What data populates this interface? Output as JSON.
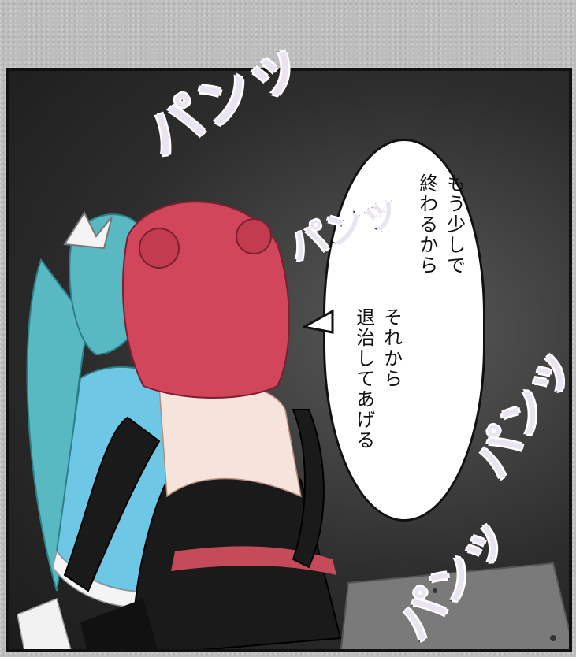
{
  "speech_bubble": {
    "line1": "もう少しで\n終わるから",
    "line2": "それから\n退治してあげる"
  },
  "sfx": {
    "top": "パンッ",
    "middle": "パンッ",
    "right": "パンッ",
    "bottom": "パンッ"
  },
  "colors": {
    "background_tone": "#bdbdbd",
    "panel_dark": "#2d2d2d",
    "sfx_outline": "#3a2a46",
    "hair_red": "#d1465a",
    "hair_cyan": "#58b9c3",
    "dress_black": "#1a1a1a",
    "dress_blue": "#6fc7e6"
  },
  "icons": [
    "manga-panel",
    "speech-bubble-icon"
  ]
}
